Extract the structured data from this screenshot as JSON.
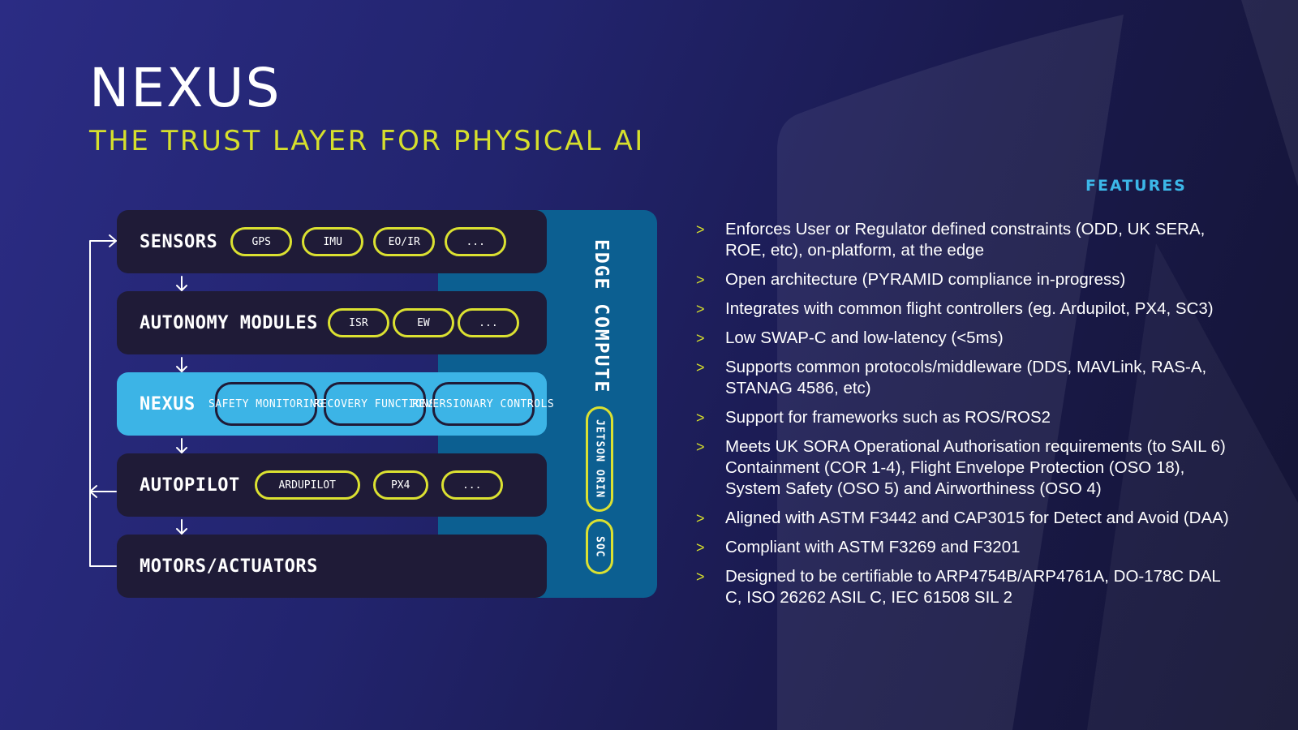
{
  "header": {
    "title": "NEXUS",
    "subtitle": "THE TRUST LAYER FOR PHYSICAL AI"
  },
  "colors": {
    "accent_yellow": "#d6df2c",
    "accent_cyan": "#3cb4e6",
    "edge_panel": "#0c5f91",
    "layer_dark": "#1f1b37",
    "background": "#22246e"
  },
  "diagram": {
    "edge_compute": {
      "title": "EDGE COMPUTE",
      "hardware": [
        "JETSON ORIN",
        "SOC"
      ]
    },
    "layers": [
      {
        "label": "SENSORS",
        "items": [
          "GPS",
          "IMU",
          "EO/IR",
          "..."
        ]
      },
      {
        "label": "AUTONOMY MODULES",
        "items": [
          "ISR",
          "EW",
          "..."
        ]
      },
      {
        "label": "NEXUS",
        "items": [
          "SAFETY MONITORING",
          "RECOVERY FUNCTIONS",
          "REVERSIONARY CONTROLS"
        ]
      },
      {
        "label": "AUTOPILOT",
        "items": [
          "ARDUPILOT",
          "PX4",
          "..."
        ]
      },
      {
        "label": "MOTORS/ACTUATORS",
        "items": []
      }
    ]
  },
  "features": {
    "heading": "FEATURES",
    "bullet": ">",
    "items": [
      "Enforces User or Regulator defined constraints (ODD, UK SERA, ROE, etc), on-platform, at the edge",
      "Open architecture (PYRAMID compliance in-progress)",
      "Integrates with common flight controllers (eg. Ardupilot, PX4, SC3)",
      "Low SWAP-C and low-latency (<5ms)",
      "Supports common protocols/middleware (DDS, MAVLink, RAS-A, STANAG 4586, etc)",
      "Support for frameworks such as ROS/ROS2",
      "Meets UK SORA Operational Authorisation requirements (to SAIL 6) Containment (COR 1-4), Flight Envelope Protection (OSO 18), System Safety (OSO 5) and Airworthiness (OSO 4)",
      "Aligned with  ASTM F3442 and CAP3015 for Detect and Avoid (DAA)",
      "Compliant with ASTM F3269 and F3201",
      "Designed to be certifiable to ARP4754B/ARP4761A, DO-178C DAL C, ISO 26262 ASIL C, IEC 61508 SIL 2"
    ]
  }
}
